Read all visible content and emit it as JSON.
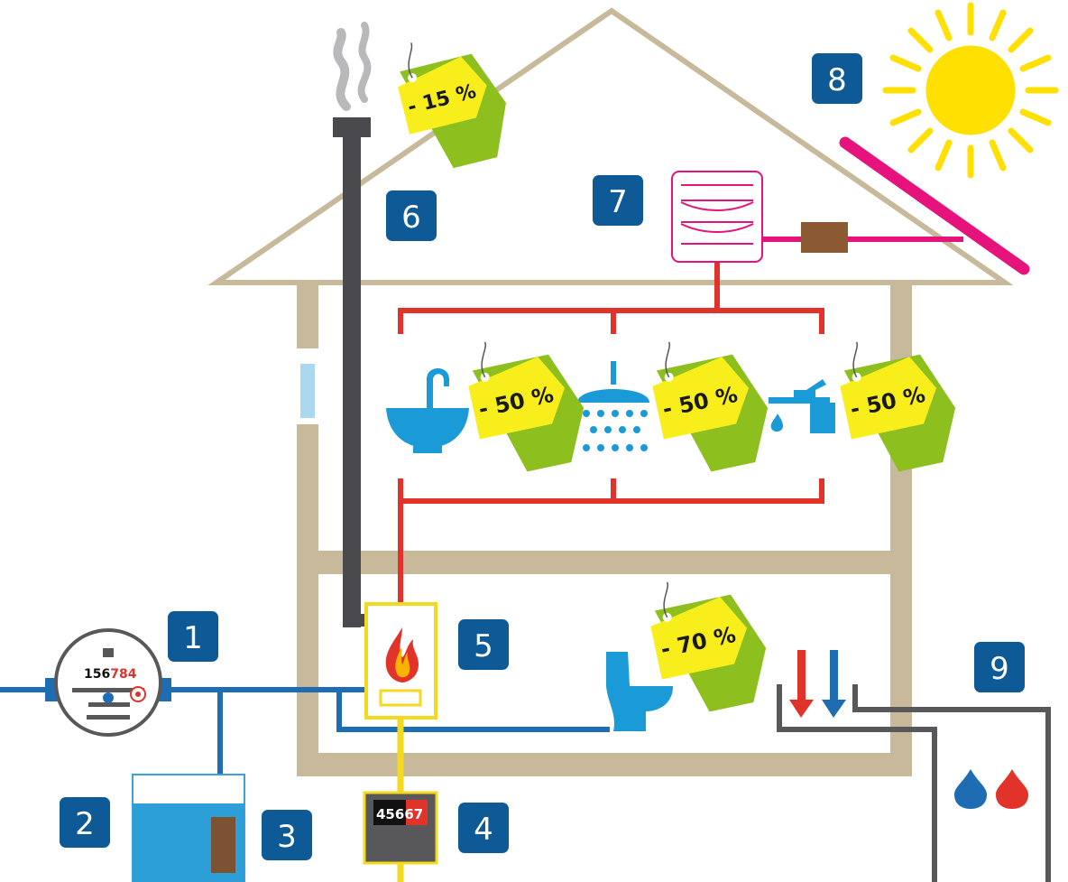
{
  "badges": [
    "1",
    "2",
    "3",
    "4",
    "5",
    "6",
    "7",
    "8",
    "9"
  ],
  "tags": {
    "roof": "- 15 %",
    "sink": "- 50 %",
    "shower": "- 50 %",
    "faucet": "- 50 %",
    "toilet": "- 70 %"
  },
  "water_meter": {
    "black_digits": "156",
    "red_digits": "784"
  },
  "gas_meter": {
    "black_digits": "456",
    "red_digits": "67"
  },
  "colors": {
    "badge": "#0e5a96",
    "house": "#c9b99b",
    "hot_pipe": "#e2332b",
    "cold_pipe": "#1e6db3",
    "gas_pipe": "#f3d91f",
    "chimney": "#4a4a4e",
    "solar": "#e6137d",
    "sun": "#ffe000",
    "tag_green": "#8dbf1f",
    "tag_yellow": "#f8ee1c",
    "fixture_blue": "#1a9ad6"
  }
}
